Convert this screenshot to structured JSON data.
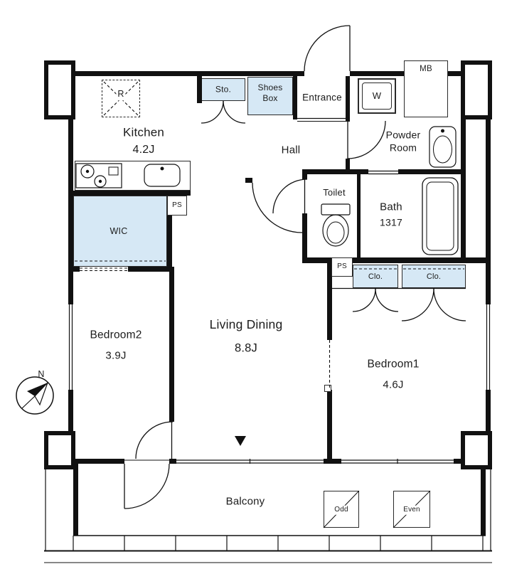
{
  "plan": {
    "rooms": {
      "kitchen": {
        "name": "Kitchen",
        "area": "4.2J"
      },
      "living_dining": {
        "name": "Living Dining",
        "area": "8.8J"
      },
      "bedroom1": {
        "name": "Bedroom1",
        "area": "4.6J"
      },
      "bedroom2": {
        "name": "Bedroom2",
        "area": "3.9J"
      },
      "wic": "WIC",
      "hall": "Hall",
      "entrance": "Entrance",
      "powder_room": "Powder Room",
      "toilet": "Toilet",
      "bath": {
        "name": "Bath",
        "size": "1317"
      },
      "balcony": "Balcony"
    },
    "features": {
      "storage": "Sto.",
      "shoes_box": "Shoes Box",
      "washing_machine": "W",
      "meter_box": "MB",
      "refrigerator": "R",
      "pipe_space_kitchen": "PS",
      "pipe_space_toilet": "PS",
      "closet_left": "Clo.",
      "closet_right": "Clo."
    },
    "markers": {
      "north": "N",
      "odd": "Odd",
      "even": "Even"
    },
    "colors": {
      "storage_fill": "#d6e8f5",
      "wall": "#111111",
      "background": "#ffffff"
    }
  }
}
